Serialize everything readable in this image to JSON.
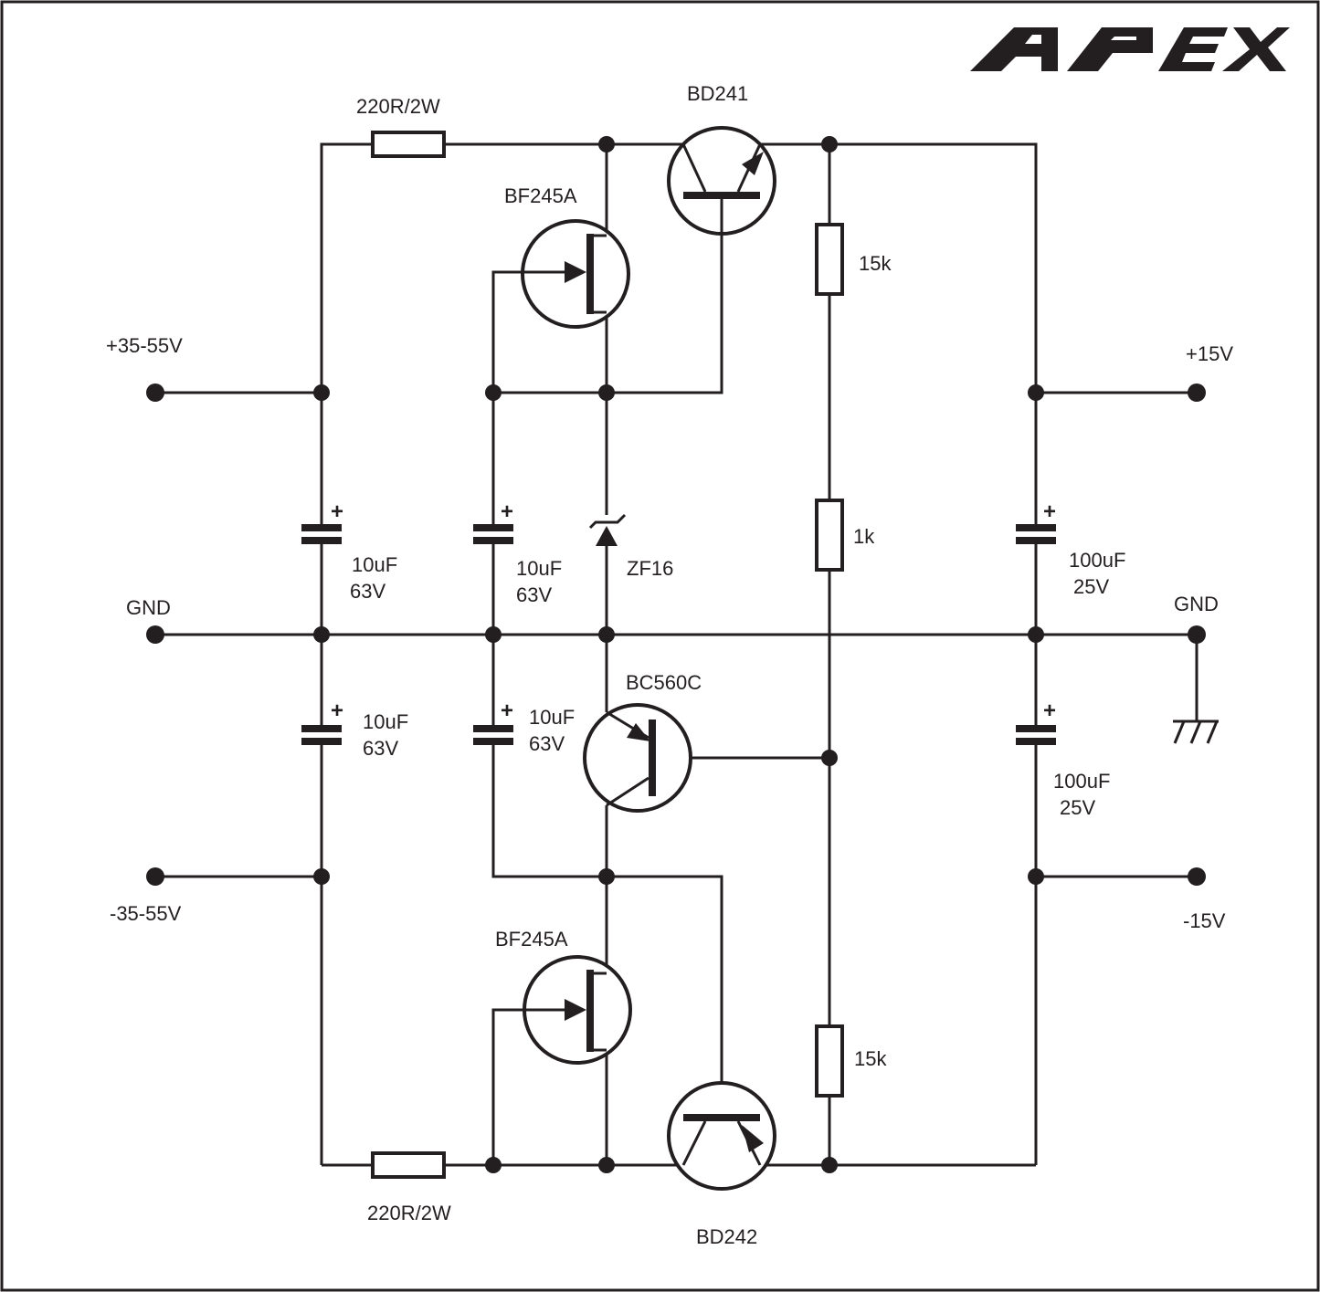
{
  "logo": "APEX",
  "inputs": {
    "positive": "+35-55V",
    "ground": "GND",
    "negative": "-35-55V"
  },
  "outputs": {
    "positive": "+15V",
    "ground": "GND",
    "negative": "-15V"
  },
  "components": {
    "r_top": "220R/2W",
    "r_bottom": "220R/2W",
    "q_top_power": "BD241",
    "q_bottom_power": "BD242",
    "j_top": "BF245A",
    "j_bottom": "BF245A",
    "q_ref": "BC560C",
    "zener": "ZF16",
    "r_div_top": "15k",
    "r_div_mid": "1k",
    "r_div_bottom": "15k",
    "c1": {
      "value": "10uF",
      "voltage": "63V"
    },
    "c2": {
      "value": "10uF",
      "voltage": "63V"
    },
    "c3": {
      "value": "10uF",
      "voltage": "63V"
    },
    "c4": {
      "value": "10uF",
      "voltage": "63V"
    },
    "c5": {
      "value": "100uF",
      "voltage": "25V"
    },
    "c6": {
      "value": "100uF",
      "voltage": "25V"
    },
    "plus_sign": "+"
  }
}
